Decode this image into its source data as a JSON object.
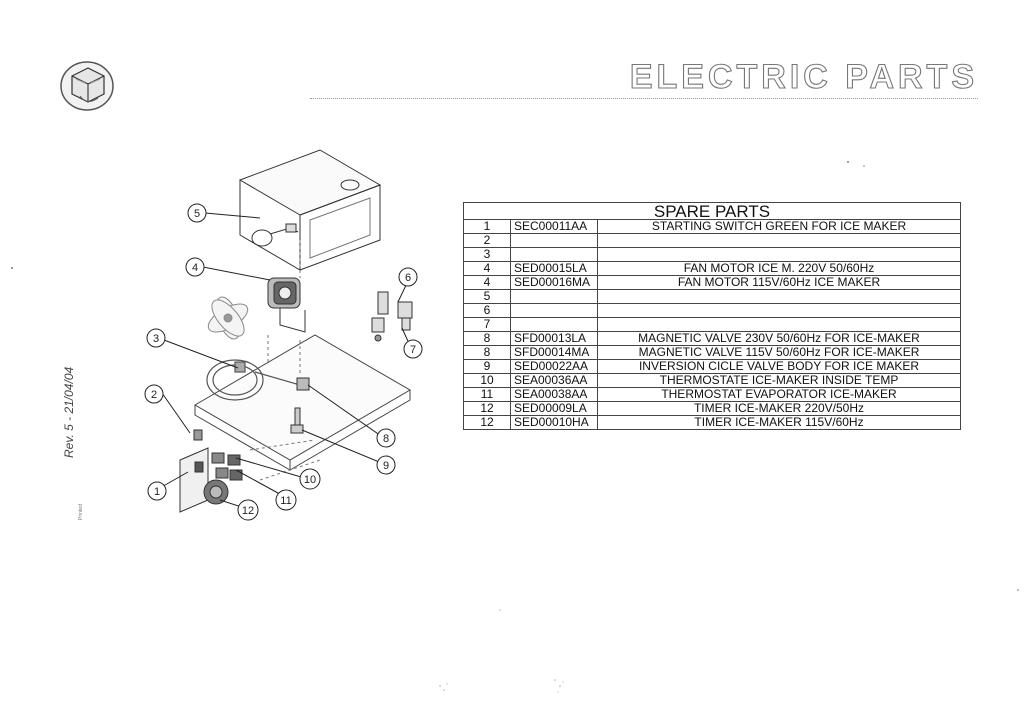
{
  "header": {
    "title": "ELECTRIC PARTS"
  },
  "side": {
    "revision": "Rev. 5 - 21/04/04",
    "small_print": "Printed"
  },
  "logo": {
    "icon": "ice-cube-logo-icon"
  },
  "diagram": {
    "callouts": [
      "1",
      "2",
      "3",
      "4",
      "5",
      "6",
      "7",
      "8",
      "9",
      "10",
      "11",
      "12"
    ]
  },
  "table": {
    "title": "SPARE PARTS",
    "rows": [
      {
        "num": "1",
        "code": "SEC00011AA",
        "desc": "STARTING SWITCH GREEN FOR ICE MAKER"
      },
      {
        "num": "2",
        "code": "",
        "desc": ""
      },
      {
        "num": "3",
        "code": "",
        "desc": ""
      },
      {
        "num": "4",
        "code": "SED00015LA",
        "desc": "FAN MOTOR ICE M. 220V 50/60Hz"
      },
      {
        "num": "4",
        "code": "SED00016MA",
        "desc": "FAN MOTOR 115V/60Hz ICE MAKER"
      },
      {
        "num": "5",
        "code": "",
        "desc": ""
      },
      {
        "num": "6",
        "code": "",
        "desc": ""
      },
      {
        "num": "7",
        "code": "",
        "desc": ""
      },
      {
        "num": "8",
        "code": "SFD00013LA",
        "desc": "MAGNETIC VALVE 230V 50/60Hz FOR ICE-MAKER"
      },
      {
        "num": "8",
        "code": "SFD00014MA",
        "desc": "MAGNETIC VALVE 115V 50/60Hz FOR ICE-MAKER"
      },
      {
        "num": "9",
        "code": "SED00022AA",
        "desc": "INVERSION CICLE VALVE BODY FOR ICE MAKER"
      },
      {
        "num": "10",
        "code": "SEA00036AA",
        "desc": "THERMOSTATE ICE-MAKER INSIDE TEMP"
      },
      {
        "num": "11",
        "code": "SEA00038AA",
        "desc": "THERMOSTAT EVAPORATOR ICE-MAKER"
      },
      {
        "num": "12",
        "code": "SED00009LA",
        "desc": "TIMER ICE-MAKER 220V/50Hz"
      },
      {
        "num": "12",
        "code": "SED00010HA",
        "desc": "TIMER ICE-MAKER 115V/60Hz"
      }
    ]
  }
}
